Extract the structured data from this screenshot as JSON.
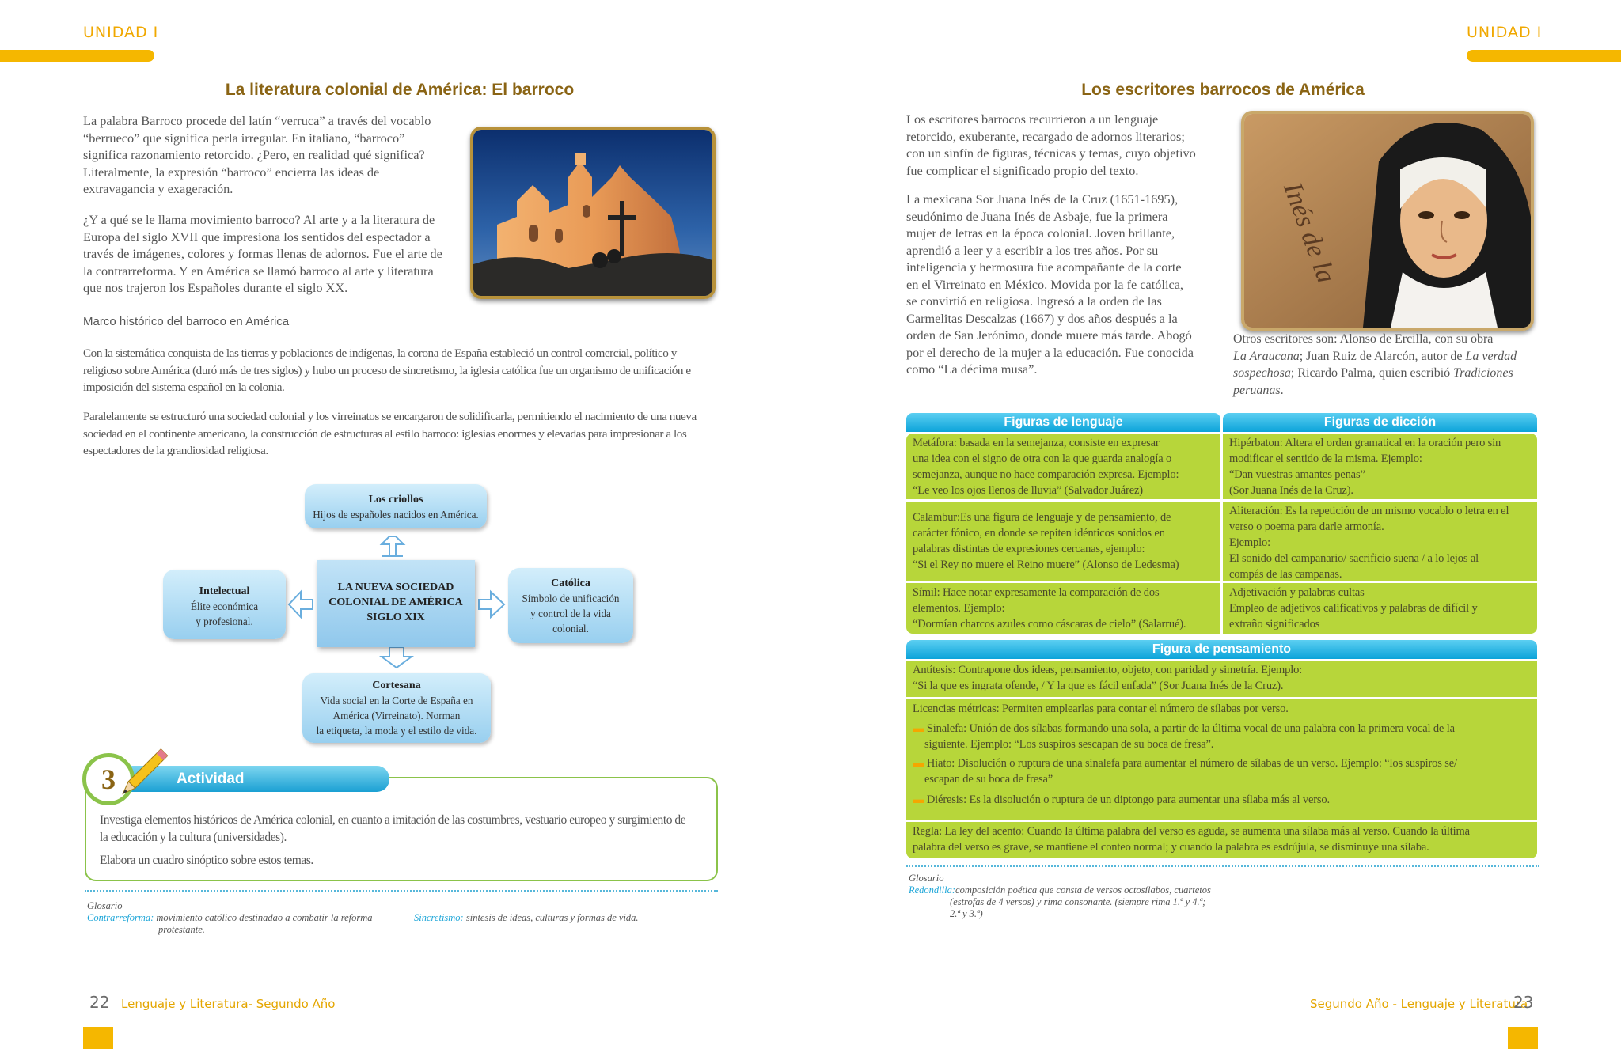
{
  "header": {
    "left_unit": "UNIDAD I",
    "right_unit": "UNIDAD I"
  },
  "left": {
    "title": "La literatura colonial de América: El barroco",
    "intro_lines": [
      "La palabra Barroco procede del latín “verruca” a través del vocablo",
      "“berrueco” que significa perla irregular. En italiano, “barroco”",
      "significa razonamiento retorcido. ¿Pero, en realidad qué significa?",
      "Literalmente, la expresión “barroco” encierra las ideas de",
      "extravagancia y exageración."
    ],
    "movement_lines": [
      "¿Y a qué se le llama movimiento barroco? Al arte y a la literatura de",
      "Europa del siglo XVII que impresiona los sentidos del espectador  a",
      "través de imágenes, colores y formas llenas de adornos. Fue el arte de",
      "la contrarreforma. Y en América se llamó barroco al arte y literatura",
      "que nos trajeron los Españoles durante el siglo XX."
    ],
    "subheading": "Marco histórico del barroco en América",
    "context1_lines": [
      "Con la sistemática conquista de las tierras y poblaciones de indígenas, la corona de España estableció un control comercial, político y",
      "religioso sobre América (duró más de tres siglos) y hubo un proceso de sincretismo, la iglesia católica fue un organismo de unificación e",
      "imposición del sistema español en la colonia."
    ],
    "context2_lines": [
      "Paralelamente se estructuró una sociedad colonial y los virreinatos se encargaron de solidificarla, permitiendo el nacimiento de una nueva",
      "sociedad en el continente americano, la construcción de estructuras al estilo barroco: iglesias enormes y elevadas para impresionar a los",
      "espectadores de la grandiosidad religiosa."
    ],
    "diagram": {
      "center": [
        "LA NUEVA SOCIEDAD",
        "COLONIAL DE AMÉRICA",
        "SIGLO XIX"
      ],
      "top": {
        "title": "Los criollos",
        "lines": [
          "Hijos de españoles nacidos en América."
        ]
      },
      "left": {
        "title": "Intelectual",
        "lines": [
          "Élite económica",
          "y profesional."
        ]
      },
      "right": {
        "title": "Católica",
        "lines": [
          "Símbolo de unificación",
          "y control de la vida",
          "colonial."
        ]
      },
      "bottom": {
        "title": "Cortesana",
        "lines": [
          "Vida social en la Corte de España en",
          "América (Virreinato). Norman",
          "la etiqueta, la moda y el estilo de vida."
        ]
      }
    },
    "activity": {
      "number": "3",
      "label": "Actividad",
      "lines": [
        "Investiga elementos históricos de América colonial, en cuanto a imitación de las costumbres, vestuario europeo y surgimiento de",
        "la educación y la cultura (universidades).",
        "Elabora un cuadro sinóptico sobre estos temas."
      ]
    },
    "glossary": {
      "heading": "Glosario",
      "term1": "Contrarreforma:",
      "def1a": " movimiento católico destinadao a combatir la reforma",
      "def1b": "protestante.",
      "term2": "Sincretismo:",
      "def2": " síntesis de ideas, culturas y formas de vida."
    },
    "footer": {
      "page": "22",
      "text": "Lenguaje y Literatura- Segundo Año"
    }
  },
  "right": {
    "title": "Los escritores barrocos de América",
    "intro_lines": [
      "Los escritores barrocos  recurrieron a un lenguaje",
      "retorcido, exuberante, recargado de adornos literarios;",
      "con un sinfín de figuras, técnicas y temas, cuyo objetivo",
      "fue complicar el significado propio del texto."
    ],
    "juana_lines": [
      "La mexicana Sor Juana Inés de la Cruz (1651-1695),",
      "seudónimo de Juana Inés de Asbaje, fue la primera",
      "mujer de letras en la época colonial. Joven brillante,",
      "aprendió a leer y a escribir a los tres años. Por su",
      "inteligencia y hermosura fue acompañante de la corte",
      "en el Virreinato en México. Movida por la fe católica,",
      "se convirtió en religiosa. Ingresó a la orden de las",
      "Carmelitas Descalzas (1667) y dos años después a la",
      "orden de San Jerónimo, donde muere más tarde. Abogó",
      "por el derecho de la mujer a la educación. Fue conocida",
      "como “La décima musa”."
    ],
    "portrait_inscription": "Inés de la",
    "caption": {
      "l1": "Otros escritores son: Alonso de Ercilla, con su obra",
      "l2_i": "La Araucana",
      "l2_r": "; Juan Ruiz de Alarcón, autor de ",
      "l2_i2": "La verdad",
      "l3_i": "sospechosa",
      "l3_r": "; Ricardo Palma, quien escribió ",
      "l3_i2": "Tradiciones",
      "l4_i": "peruanas",
      "l4_r": "."
    },
    "table": {
      "col1_header": "Figuras de lenguaje",
      "col2_header": "Figuras de dicción",
      "rows": [
        {
          "left": [
            "Metáfora: basada en la semejanza, consiste en expresar",
            "una idea con el signo de otra con la que guarda analogía o",
            "semejanza, aunque no hace comparación expresa. Ejemplo:",
            "“Le veo los ojos llenos de lluvia” (Salvador Juárez)"
          ],
          "right": [
            "Hipérbaton: Altera el orden gramatical en la oración pero sin",
            "modificar el sentido de la misma. Ejemplo:",
            "“Dan vuestras amantes penas”",
            "(Sor Juana Inés de la Cruz)."
          ]
        },
        {
          "left": [
            "Calambur:Es una figura de lenguaje y de pensamiento, de",
            "carácter fónico, en donde se repiten idénticos sonidos en",
            "palabras distintas de expresiones cercanas, ejemplo:",
            "“Si el Rey no muere el Reino muere” (Alonso de Ledesma)"
          ],
          "right": [
            "Aliteración: Es la repetición de un mismo vocablo o letra en el",
            "verso o poema para darle armonía.",
            "Ejemplo:",
            "El sonido del campanario/ sacrificio suena / a lo lejos al",
            "compás de las campanas."
          ]
        },
        {
          "left": [
            "Símil: Hace notar expresamente la comparación de dos",
            "elementos. Ejemplo:",
            "“Dormían charcos azules como cáscaras de cielo” (Salarrué)."
          ],
          "right": [
            "Adjetivación y palabras cultas",
            "Empleo de adjetivos calificativos y palabras de difícil y",
            "extraño significados"
          ]
        }
      ],
      "thought_header": "Figura de pensamiento",
      "antitesis": [
        "Antítesis: Contrapone dos ideas, pensamiento, objeto, con paridad y simetría. Ejemplo:",
        "“Si la que es ingrata ofende, / Y la que es fácil enfada” (Sor Juana Inés de la Cruz)."
      ],
      "licencias": "Licencias métricas: Permiten emplearlas para contar el número de sílabas por verso.",
      "sinalefa": [
        "Sinalefa: Unión de dos sílabas formando una sola, a partir de la última vocal de una palabra con la primera vocal de la",
        "siguiente. Ejemplo: “Los suspiros sescapan de su boca de fresa”."
      ],
      "hiato": [
        "Hiato: Disolución o ruptura de una sinalefa para aumentar el número de sílabas de un verso.  Ejemplo: “los suspiros se/",
        "escapan de su boca de fresa”"
      ],
      "dieresis": "Diéresis: Es la disolución o ruptura de un diptongo para aumentar una sílaba más al verso.",
      "regla": [
        "Regla: La ley del acento: Cuando la última palabra del verso es aguda, se aumenta una sílaba más al verso. Cuando la última",
        "palabra del verso es grave, se mantiene el conteo normal; y cuando la palabra es esdrújula, se disminuye una sílaba."
      ]
    },
    "glossary": {
      "heading": "Glosario",
      "term": "Redondilla:",
      "def_a": "composición poética que consta de versos octosílabos, cuartetos",
      "def_b": "(estrofas de 4 versos) y rima consonante. (siempre rima 1.ª y 4.ª;",
      "def_c": "2.ª y 3.ª)"
    },
    "footer": {
      "page": "23",
      "text": "Segundo Año - Lenguaje y Literatura"
    }
  }
}
